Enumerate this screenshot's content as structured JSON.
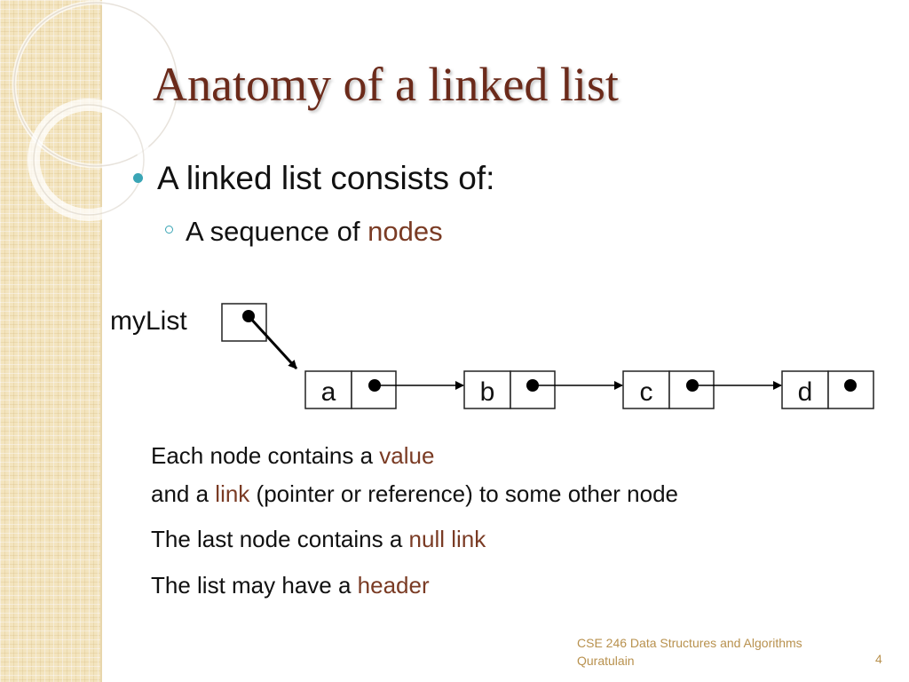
{
  "title": "Anatomy of a linked list",
  "bullets": {
    "level1": "A linked list consists of:",
    "level2_prefix": "A sequence of ",
    "level2_highlight": "nodes"
  },
  "diagram": {
    "head_label": "myList",
    "nodes": [
      "a",
      "b",
      "c",
      "d"
    ]
  },
  "descriptions": {
    "line1_prefix": "Each node contains a ",
    "line1_highlight": "value",
    "line2_prefix": "and a ",
    "line2_highlight": "link",
    "line2_suffix": " (pointer or reference) to some other node",
    "line3_prefix": "The last node contains a ",
    "line3_highlight": "null link",
    "line4_prefix": "The list may have a ",
    "line4_highlight": "header"
  },
  "footer": {
    "course": "CSE 246 Data Structures and Algorithms",
    "author": "Quratulain",
    "page": "4"
  },
  "colors": {
    "title": "#6b2a1a",
    "accent": "#7a3b24",
    "bullet": "#3aa5b5",
    "footer": "#b8914e"
  }
}
